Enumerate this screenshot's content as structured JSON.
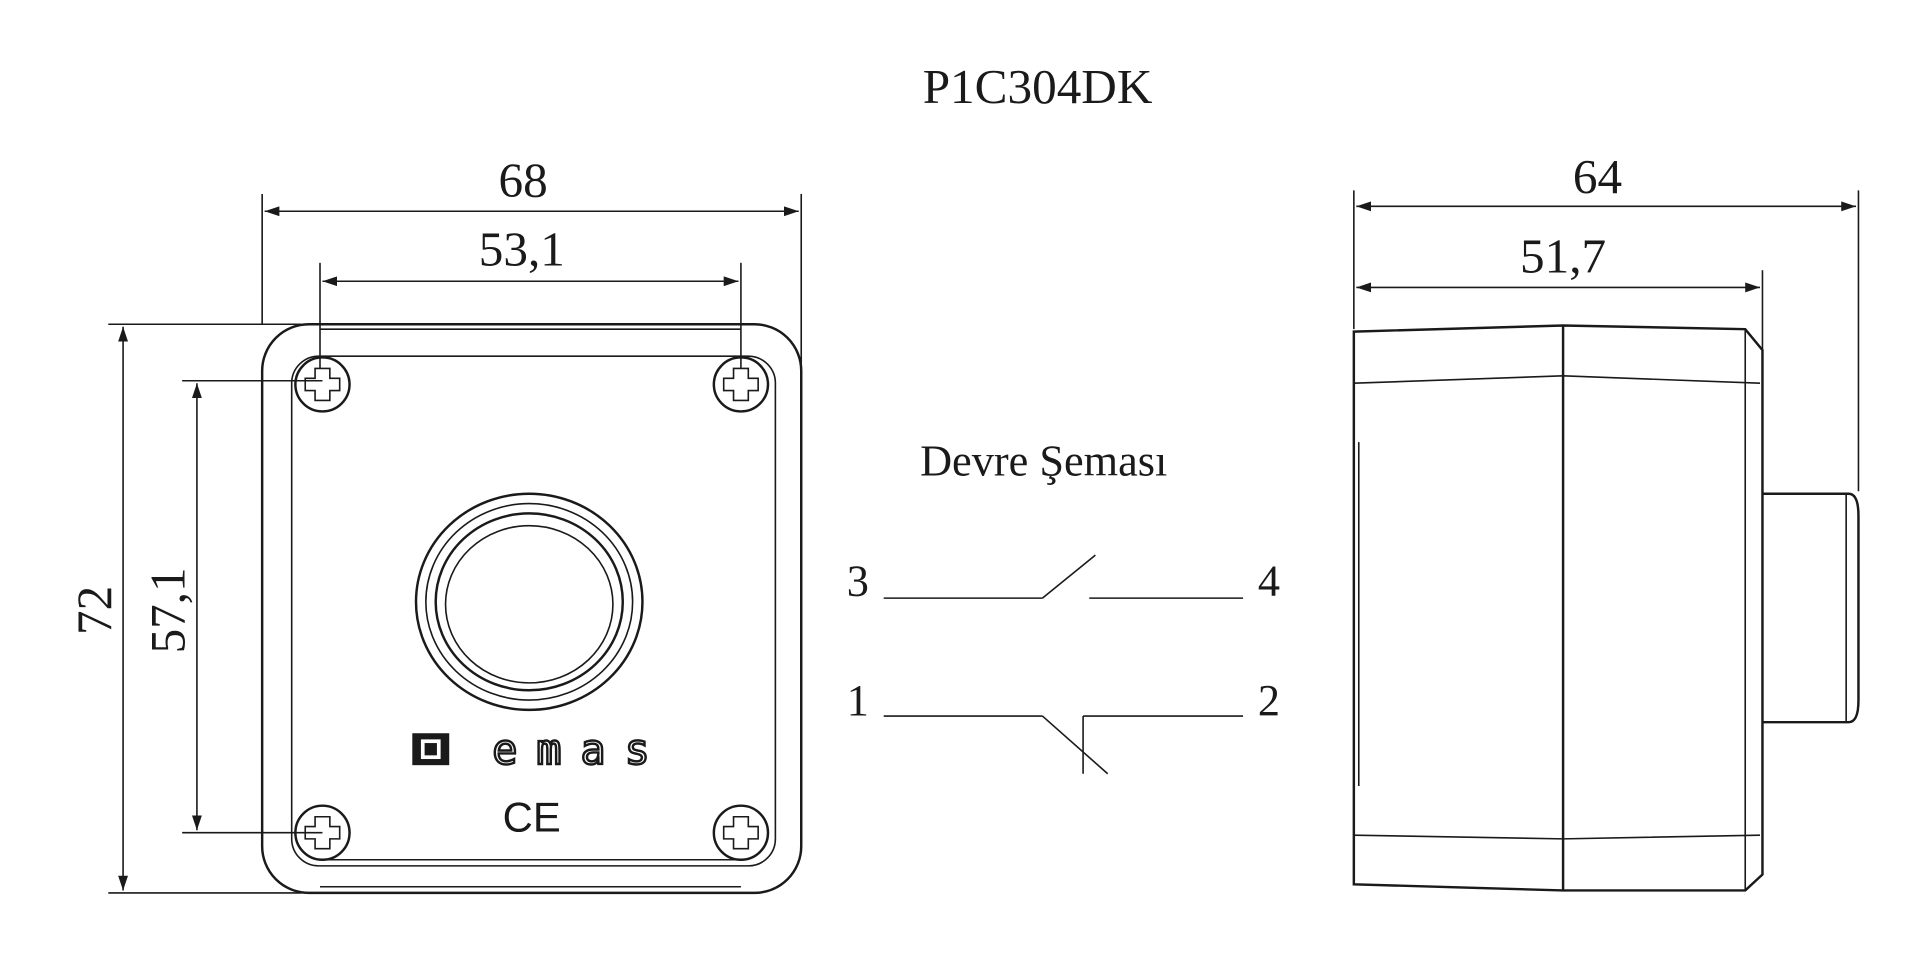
{
  "title": "P1C304DK",
  "front_view": {
    "width_overall": "68",
    "width_screws": "53,1",
    "height_overall": "72",
    "height_screws": "57,1",
    "logo_text": "emas",
    "ce_mark": "CE"
  },
  "side_view": {
    "depth_overall": "64",
    "depth_body": "51,7"
  },
  "schematic": {
    "title": "Devre Şeması",
    "contacts": [
      {
        "left": "3",
        "right": "4",
        "type": "normally-open"
      },
      {
        "left": "1",
        "right": "2",
        "type": "normally-closed"
      }
    ]
  }
}
